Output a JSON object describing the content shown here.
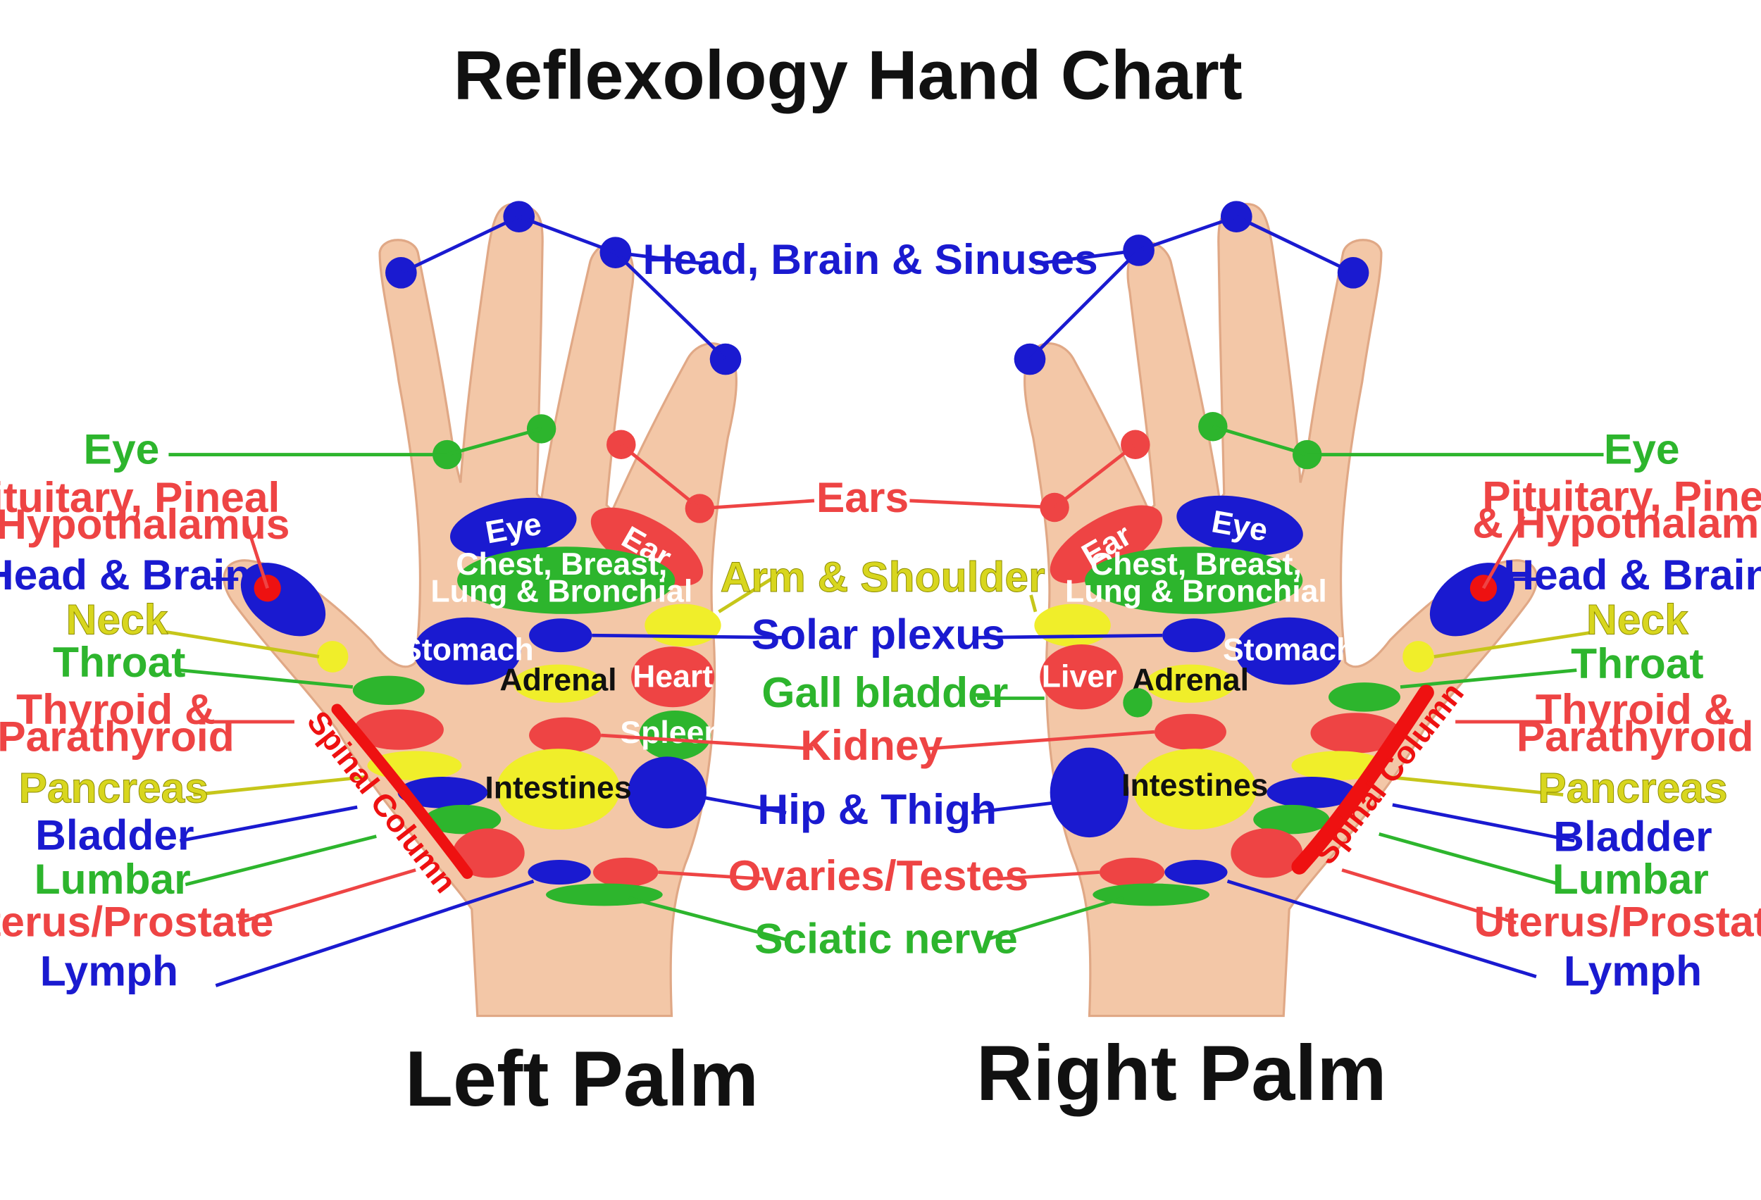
{
  "title": "Reflexology Hand Chart",
  "colors": {
    "red": "#ee4444",
    "blue": "#1a1ad0",
    "green": "#2db52d",
    "yellow": "#f0ee2a",
    "skin": "#f3c7a7",
    "ink": "#111111"
  },
  "palm_labels": {
    "left": "Left Palm",
    "right": "Right Palm"
  },
  "center_labels": {
    "head_brain_sinuses": "Head, Brain & Sinuses",
    "ears": "Ears",
    "arm_shoulder": "Arm & Shoulder",
    "solar_plexus": "Solar plexus",
    "gall_bladder": "Gall bladder",
    "kidney": "Kidney",
    "hip_thigh": "Hip & Thigh",
    "ovaries_testes": "Ovaries/Testes",
    "sciatic_nerve": "Sciatic nerve"
  },
  "side_labels": {
    "eye": "Eye",
    "pituitary_1": "Pituitary, Pineal",
    "pituitary_2": "& Hypothalamus",
    "head_brain": "Head & Brain",
    "neck": "Neck",
    "throat": "Throat",
    "thyroid_1": "Thyroid &",
    "thyroid_2": "Parathyroid",
    "pancreas": "Pancreas",
    "bladder": "Bladder",
    "lumbar": "Lumbar",
    "uterus_prostate": "Uterus/Prostate",
    "lymph": "Lymph"
  },
  "in_hand_labels": {
    "eye": "Eye",
    "ear": "Ear",
    "chest_1": "Chest, Breast,",
    "chest_2": "Lung & Bronchial",
    "stomach": "Stomach",
    "adrenal": "Adrenal",
    "heart": "Heart",
    "liver": "Liver",
    "spleen": "Spleen",
    "intestines": "Intestines",
    "spinal_column": "Spinal Column"
  }
}
